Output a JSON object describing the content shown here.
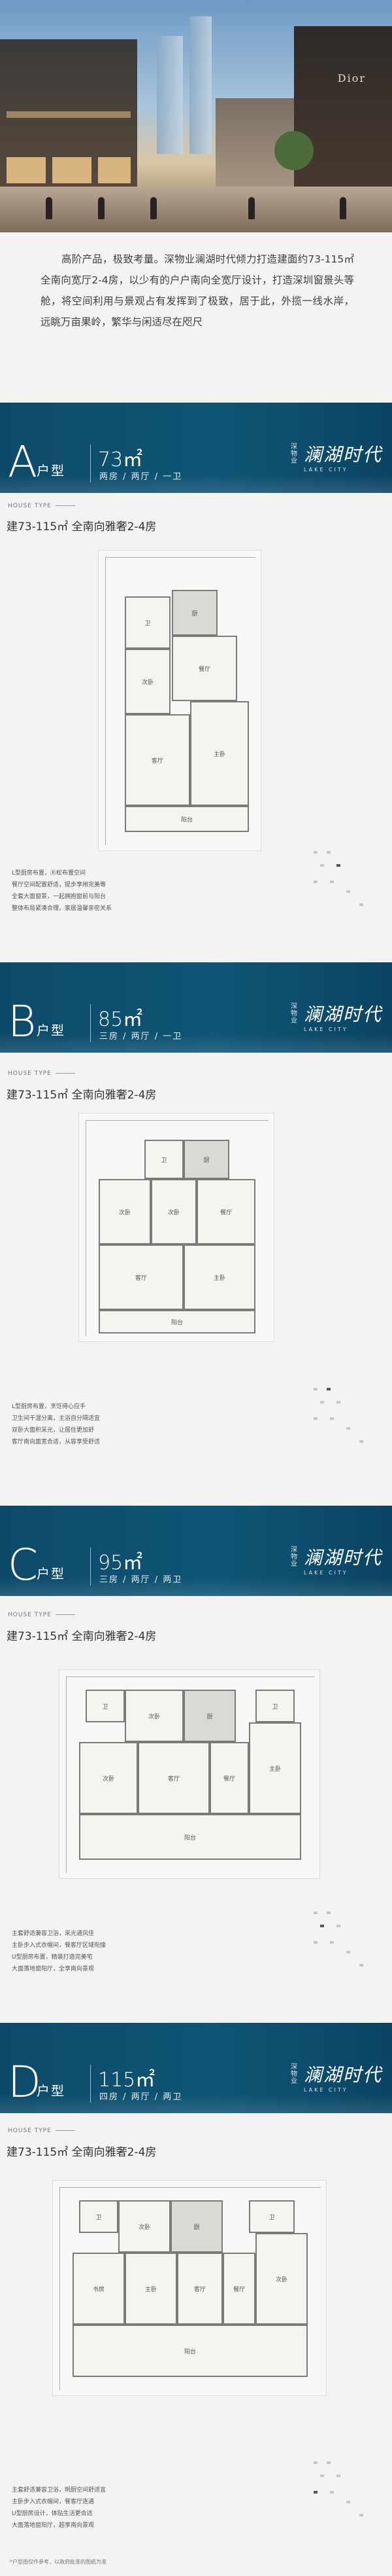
{
  "hero": {
    "sign": "Dior"
  },
  "intro": "高阶产品，极致考量。深物业澜湖时代倾力打造建面约73-115㎡全南向宽厅2-4房，以少有的户户南向全宽厅设计，打造深圳窗景头等舱，将空间利用与景观占有发挥到了极致，居于此，外揽一线水岸，远眺万亩果岭，繁华与闲适尽在咫尺",
  "logo": {
    "small": "深物业",
    "main": "澜湖时代",
    "en": "LAKE CITY"
  },
  "house_type_label": "HOUSE TYPE",
  "subtitle": "建73-115㎡ 全南向雅奢2-4房",
  "types": [
    {
      "letter": "A",
      "suffix": "户型",
      "area": "73㎡",
      "rooms": "两房 / 两厅 / 一卫",
      "desc": [
        "L型厨房布置，Ⓡ松布置空间",
        "餐厅空间配置舒适，提步享用完美等",
        "全套大面窗景，一起拥抱窗前与阳台",
        "整体布局紧凑合理，家居温馨亲密关系"
      ],
      "rooms_labels": [
        "卫",
        "厨",
        "次卧",
        "餐厅",
        "客厅",
        "主卧",
        "阳台"
      ]
    },
    {
      "letter": "B",
      "suffix": "户型",
      "area": "85㎡",
      "rooms": "三房 / 两厅 / 一卫",
      "desc": [
        "L型厨房布置，烹饪得心应手",
        "卫生间干湿分离，主浴自分隔适宜",
        "双卧大面积采光，让居住更加舒",
        "客厅南向面宽合适，从容享受舒适"
      ],
      "rooms_labels": [
        "卫",
        "厨",
        "次卧",
        "次卧",
        "餐厅",
        "客厅",
        "主卧",
        "阳台"
      ]
    },
    {
      "letter": "C",
      "suffix": "户型",
      "area": "95㎡",
      "rooms": "三房 / 两厅 / 两卫",
      "desc": [
        "主套舒适兼容卫浴，采光通风佳",
        "主卧步入式衣帽间，餐客厅区域衔接",
        "U型厨房布置，精装打造完美宅",
        "大面落地窗阳厅，全享南向景观"
      ],
      "rooms_labels": [
        "卫",
        "次卧",
        "厨",
        "卫",
        "次卧",
        "客厅",
        "餐厅",
        "主卧",
        "阳台"
      ]
    },
    {
      "letter": "D",
      "suffix": "户型",
      "area": "115㎡",
      "rooms": "四房 / 两厅 / 两卫",
      "desc": [
        "主套舒适兼容卫浴，明厨空间舒适宜",
        "主卧步入式衣帽间，餐客厅连通",
        "U型厨房设计，体贴生活更合适",
        "大面落地窗阳厅，超享南向景观"
      ],
      "rooms_labels": [
        "卫",
        "次卧",
        "厨",
        "卫",
        "书房",
        "主卧",
        "客厅",
        "餐厅",
        "次卧",
        "阳台"
      ]
    }
  ],
  "footer": "*户型图仅作参考，以政府批准的图纸为准"
}
